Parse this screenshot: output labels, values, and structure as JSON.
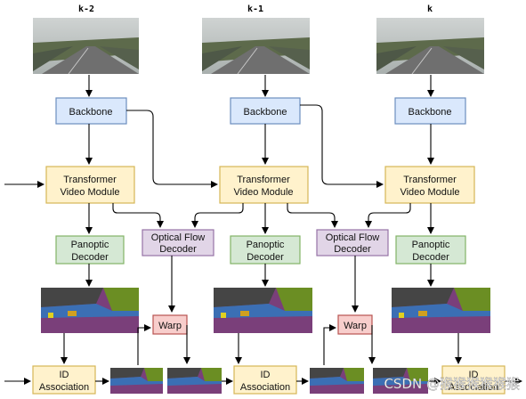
{
  "frames": [
    "k-2",
    "k-1",
    "k"
  ],
  "nodes": {
    "backbone": "Backbone",
    "transformer": [
      "Transformer",
      "Video Module"
    ],
    "panoptic": [
      "Panoptic",
      "Decoder"
    ],
    "optical_flow": [
      "Optical Flow",
      "Decoder"
    ],
    "warp": "Warp",
    "id_association": [
      "ID",
      "Association"
    ]
  },
  "colors": {
    "backbone_fill": "#dae8fc",
    "backbone_stroke": "#6c8ebf",
    "transformer_fill": "#fff2cc",
    "transformer_stroke": "#d6b656",
    "panoptic_fill": "#d5e8d4",
    "panoptic_stroke": "#82b366",
    "flow_fill": "#e1d5e7",
    "flow_stroke": "#9673a6",
    "warp_fill": "#f8cecc",
    "warp_stroke": "#b85450",
    "id_fill": "#fff2cc",
    "id_stroke": "#d6b656"
  },
  "watermark": "CSDN @猴猴猴猴猴猴"
}
